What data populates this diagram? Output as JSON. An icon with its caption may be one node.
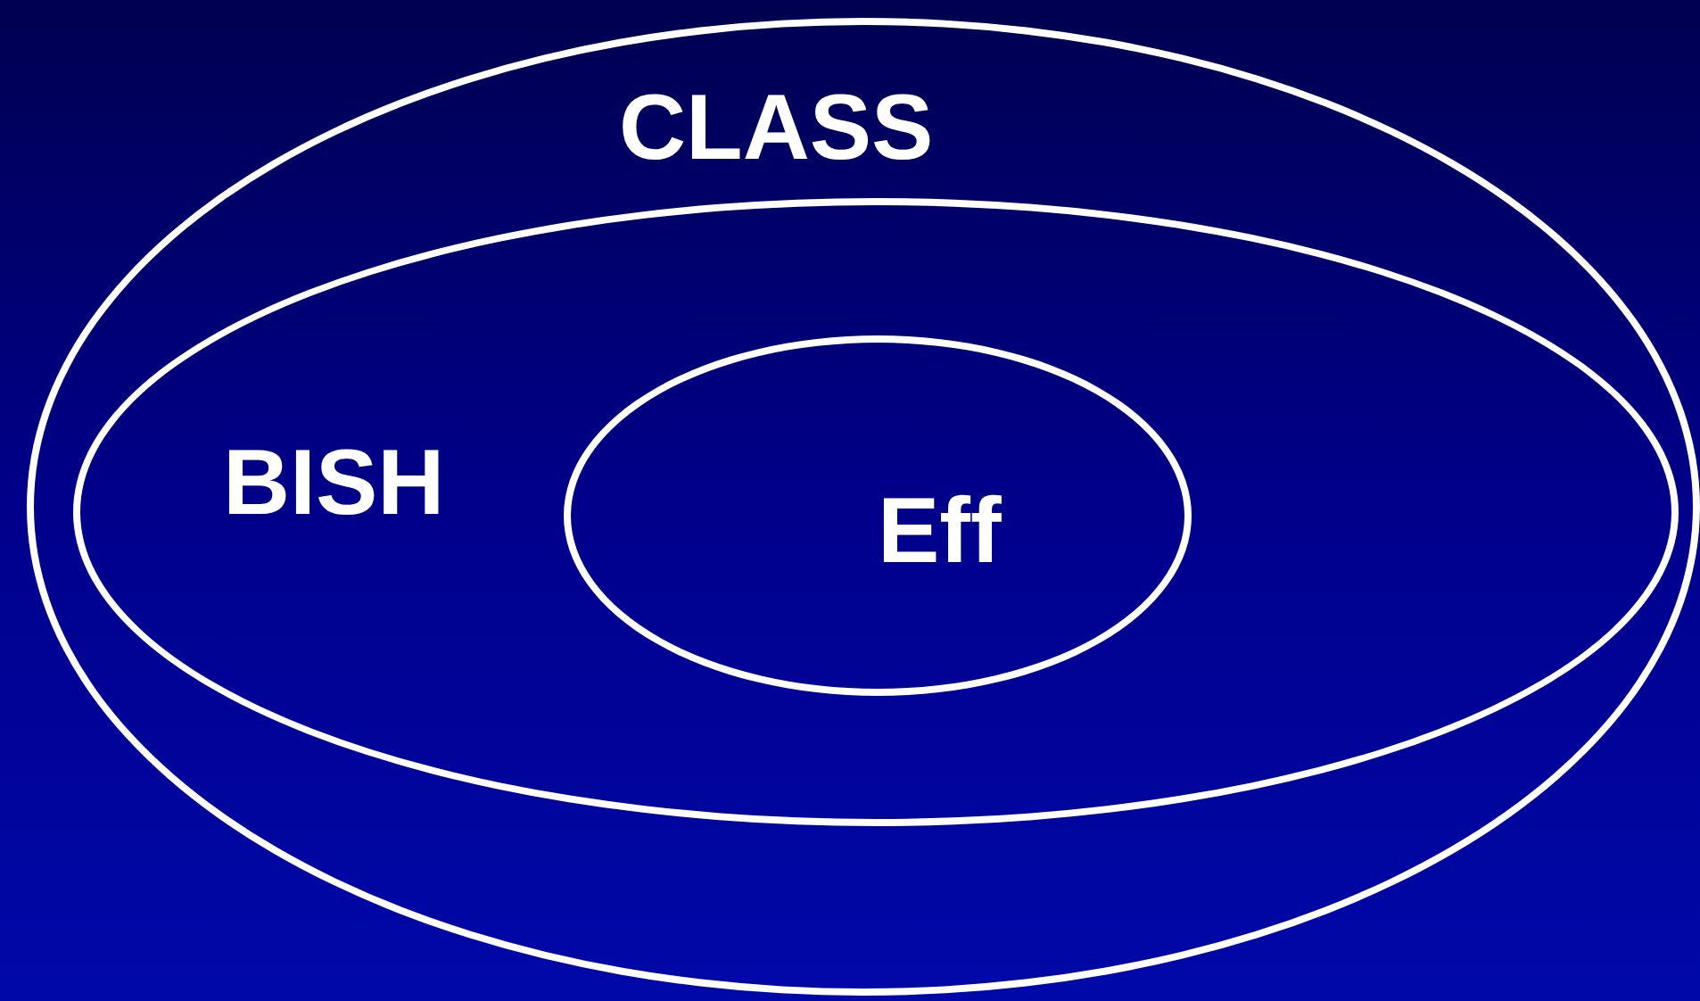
{
  "diagram": {
    "nodes": [
      {
        "text": [
          "CLASS"
        ]
      },
      {
        "text": [
          "BISH"
        ],
        "in": 0
      },
      {
        "text": [
          "Eff"
        ],
        "in": 1
      }
    ]
  }
}
